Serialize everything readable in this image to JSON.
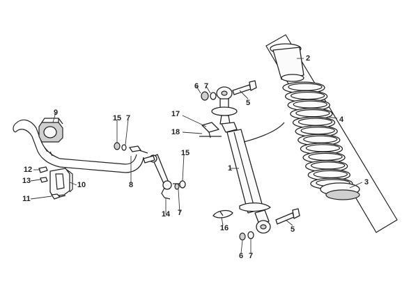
{
  "callouts": {
    "c1": "1",
    "c2": "2",
    "c3": "3",
    "c4": "4",
    "c5a": "5",
    "c5b": "5",
    "c6a": "6",
    "c6b": "6",
    "c7a": "7",
    "c7b": "7",
    "c7c": "7",
    "c7d": "7",
    "c8": "8",
    "c9": "9",
    "c10": "10",
    "c11": "11",
    "c12": "12",
    "c13": "13",
    "c14": "14",
    "c15a": "15",
    "c15b": "15",
    "c16": "16",
    "c17": "17",
    "c18": "18"
  }
}
